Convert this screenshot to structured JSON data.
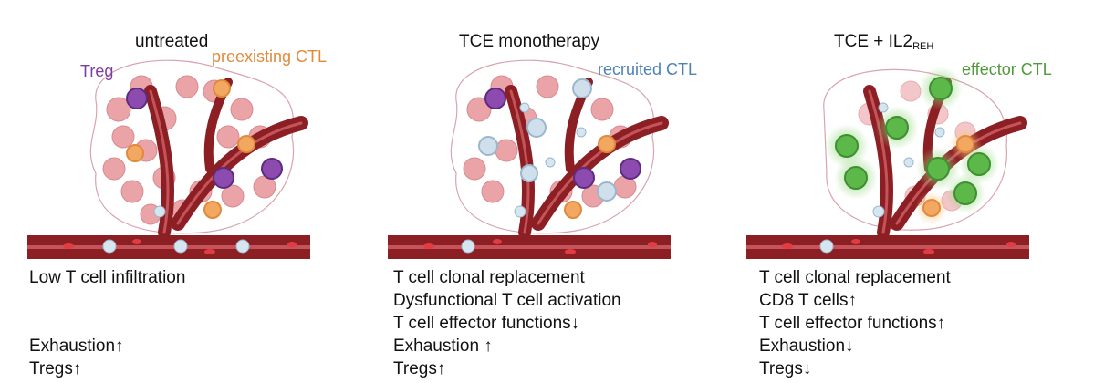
{
  "panels": [
    {
      "title": "untreated",
      "labels": [
        {
          "key": "treg",
          "text": "Treg",
          "color": "#7b3fa0"
        },
        {
          "key": "ctl",
          "text": "preexisting CTL",
          "color": "#e08a3c"
        }
      ],
      "bullets": [
        "Low T cell infiltration",
        "",
        "",
        "Exhaustion↑",
        "Tregs↑"
      ]
    },
    {
      "title": "TCE monotherapy",
      "labels": [
        {
          "key": "ctl",
          "text": "recruited CTL",
          "color": "#4b82b8"
        }
      ],
      "bullets": [
        "T cell clonal replacement",
        "Dysfunctional T cell activation",
        "T cell effector functions↓",
        "Exhaustion ↑",
        "Tregs↑"
      ]
    },
    {
      "title": "TCE + IL2",
      "title_sub": "REH",
      "labels": [
        {
          "key": "ctl",
          "text": "effector CTL",
          "color": "#4f9a3a"
        }
      ],
      "bullets": [
        "T cell clonal replacement",
        "CD8 T cells↑",
        "T cell effector functions↑",
        "Exhaustion↓",
        "Tregs↓"
      ]
    }
  ],
  "colors": {
    "vessel": "#8c1f24",
    "vessel_light": "#c4545a",
    "tumor": "#e9a1a6",
    "treg": "#8d4bb0",
    "ctl_orange": "#f2a860",
    "ctl_blue": "#cfe0ec",
    "ctl_green": "#5db84a"
  }
}
